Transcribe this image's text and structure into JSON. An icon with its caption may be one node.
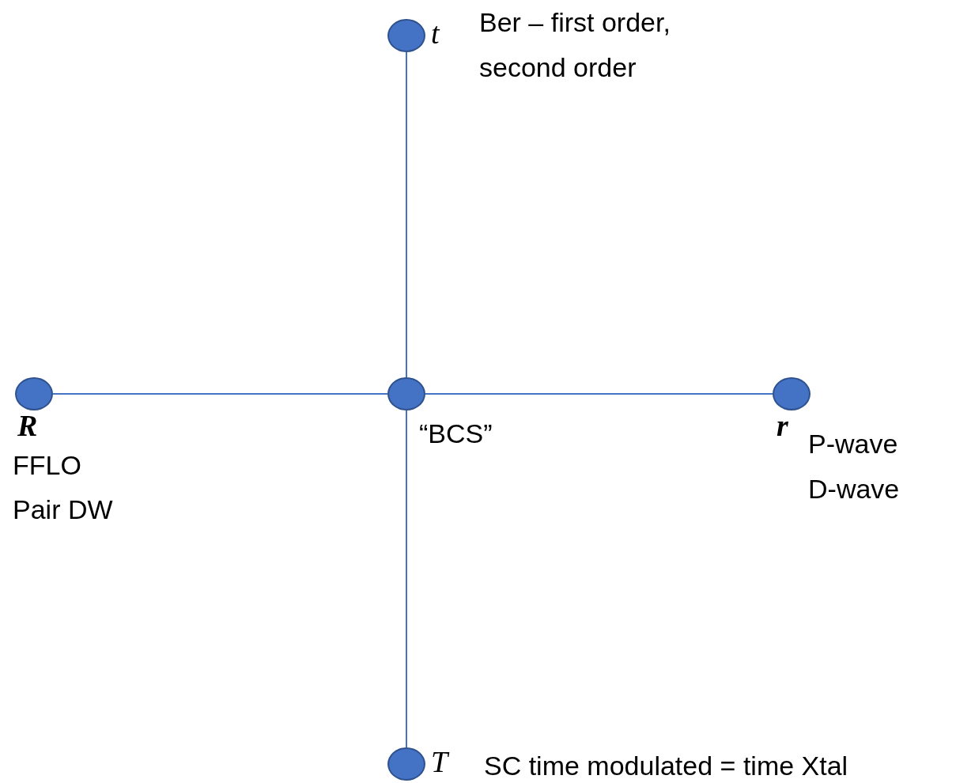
{
  "diagram": {
    "nodes": [
      {
        "text": [],
        "shape": "circle",
        "beside": [
          "t",
          "Ber – first order, second order"
        ]
      },
      {
        "text": [],
        "shape": "circle",
        "beside": [
          "R",
          "FFLO",
          "Pair DW"
        ]
      },
      {
        "text": [],
        "shape": "circle",
        "beside": [
          "“BCS”"
        ]
      },
      {
        "text": [],
        "shape": "circle",
        "beside": [
          "r",
          "P-wave",
          "D-wave"
        ]
      },
      {
        "text": [],
        "shape": "circle",
        "beside": [
          "T",
          "SC time modulated = time Xtal"
        ]
      }
    ],
    "edges": [
      {
        "from": 2,
        "to": 0,
        "arrow": "none"
      },
      {
        "from": 2,
        "to": 1,
        "arrow": "none"
      },
      {
        "from": 2,
        "to": 3,
        "arrow": "none"
      },
      {
        "from": 2,
        "to": 4,
        "arrow": "none"
      }
    ]
  }
}
